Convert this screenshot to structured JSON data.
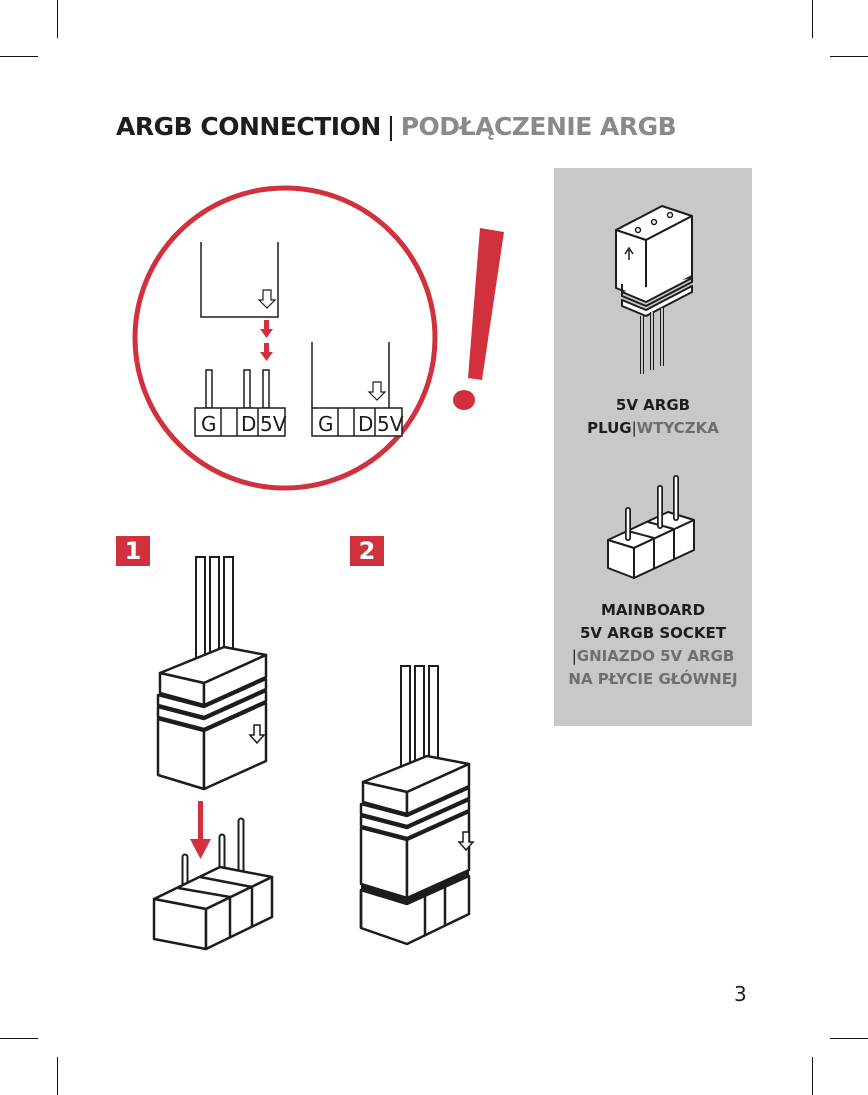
{
  "header": {
    "title_en": "ARGB CONNECTION",
    "title_separator": "|",
    "title_pl": "PODŁĄCZENIE ARGB"
  },
  "detail_diagram": {
    "pin_labels_left": [
      "G",
      "D",
      "5V"
    ],
    "pin_labels_right": [
      "G",
      "D",
      "5V"
    ],
    "warning_mark": "!"
  },
  "plug_caption": {
    "line1": "5V ARGB",
    "line2_en": "PLUG",
    "separator": "|",
    "line2_pl": "WTYCZKA"
  },
  "socket_caption": {
    "line1": "MAINBOARD",
    "line2": "5V ARGB SOCKET",
    "separator": "|",
    "line3_pl": "GNIAZDO 5V ARGB",
    "line4_pl": "NA PŁYCIE GŁÓWNEJ"
  },
  "steps": [
    "1",
    "2"
  ],
  "page_number": "3",
  "colors": {
    "accent_red": "#d0313c",
    "panel_grey": "#c8c8c8",
    "text_dark": "#1d1d1b",
    "text_grey": "#8a8a8a"
  }
}
